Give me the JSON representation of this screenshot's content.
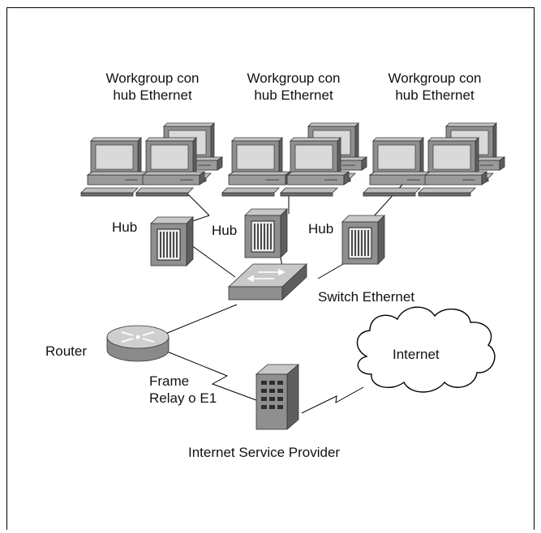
{
  "workgroups": [
    {
      "line1": "Workgroup con",
      "line2": "hub Ethernet"
    },
    {
      "line1": "Workgroup con",
      "line2": "hub Ethernet"
    },
    {
      "line1": "Workgroup con",
      "line2": "hub Ethernet"
    }
  ],
  "hubs": [
    {
      "label": "Hub"
    },
    {
      "label": "Hub"
    },
    {
      "label": "Hub"
    }
  ],
  "switch": {
    "label": "Switch Ethernet"
  },
  "router": {
    "label": "Router"
  },
  "wan_link": {
    "line1": "Frame",
    "line2": "Relay o E1"
  },
  "isp": {
    "label": "Internet Service Provider"
  },
  "cloud": {
    "label": "Internet"
  },
  "colors": {
    "device_face": "#8f8f8f",
    "device_top": "#c8c8c8",
    "device_dark": "#5e5e5e",
    "screen": "#d9d9d9",
    "line": "#000000"
  },
  "icons": [
    "workstation-icon",
    "hub-icon",
    "switch-icon",
    "router-icon",
    "server-tower-icon",
    "cloud-icon"
  ]
}
